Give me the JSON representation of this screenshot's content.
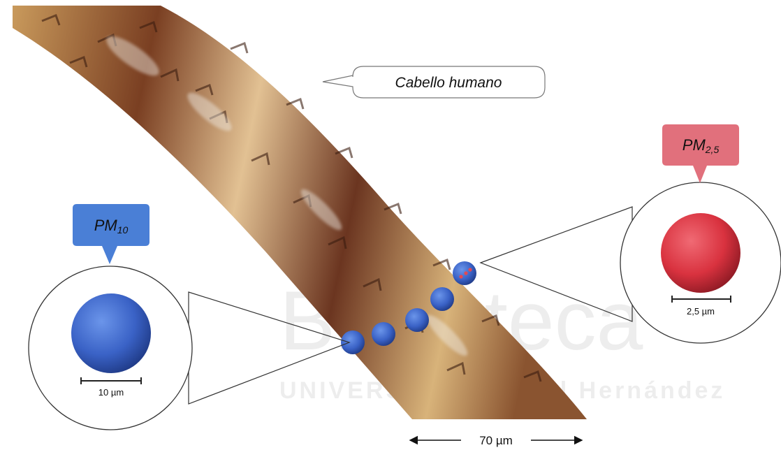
{
  "hair_label": "Cabello humano",
  "pm10": {
    "label_main": "PM",
    "label_sub": "10",
    "scale_text": "10 µm",
    "color": "#4a7fd6"
  },
  "pm25": {
    "label_main": "PM",
    "label_sub": "2,5",
    "scale_text": "2,5 µm",
    "color": "#e1707c"
  },
  "hair_scale_text": "70 µm",
  "watermark_text": "Biblioteca",
  "watermark_subtext": "UNIVERSITAS Miguel Hernández",
  "colors": {
    "hair_light": "#d9b27a",
    "hair_dark": "#5a2e1a",
    "particle_blue": "#3d67c9",
    "particle_red": "#d9323f"
  }
}
